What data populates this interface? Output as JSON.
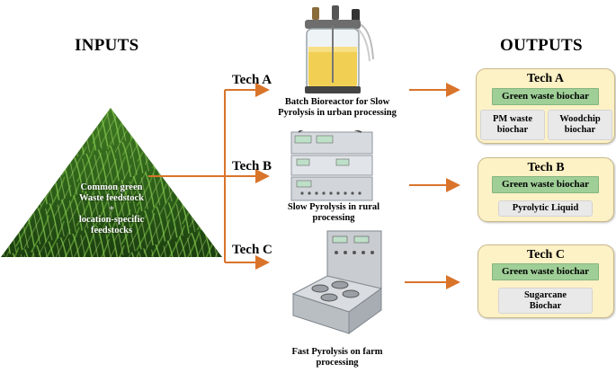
{
  "inputs_heading": "INPUTS",
  "outputs_heading": "OUTPUTS",
  "input_text": {
    "line1": "Common green",
    "line2": "Waste feedstock",
    "line3": "+",
    "line4": "location-specific",
    "line5": "feedstocks"
  },
  "techs": [
    {
      "label": "Tech A",
      "caption_line1": "Batch Bioreactor for Slow",
      "caption_line2": "Pyrolysis in urban processing",
      "output_title": "Tech A",
      "primary_output": "Green waste biochar",
      "secondary_outputs": [
        {
          "line1": "PM waste",
          "line2": "biochar"
        },
        {
          "line1": "Woodchip",
          "line2": "biochar"
        }
      ]
    },
    {
      "label": "Tech B",
      "caption_line1": "Slow Pyrolysis in rural",
      "caption_line2": "processing",
      "output_title": "Tech B",
      "primary_output": "Green waste biochar",
      "secondary_outputs": [
        {
          "line1": "Pyrolytic Liquid",
          "line2": ""
        }
      ]
    },
    {
      "label": "Tech C",
      "caption_line1": "Fast Pyrolysis on farm",
      "caption_line2": "processing",
      "output_title": "Tech C",
      "primary_output": "Green waste biochar",
      "secondary_outputs": [
        {
          "line1": "Sugarcane",
          "line2": "Biochar"
        }
      ]
    }
  ],
  "colors": {
    "arrow": "#d9742b",
    "panel_fill": "#fdf1c6",
    "primary_chip": "#9fcf97",
    "secondary_chip": "#e9e9e9",
    "grass_dark": "#1f4a14",
    "grass_light": "#7fbf45"
  }
}
